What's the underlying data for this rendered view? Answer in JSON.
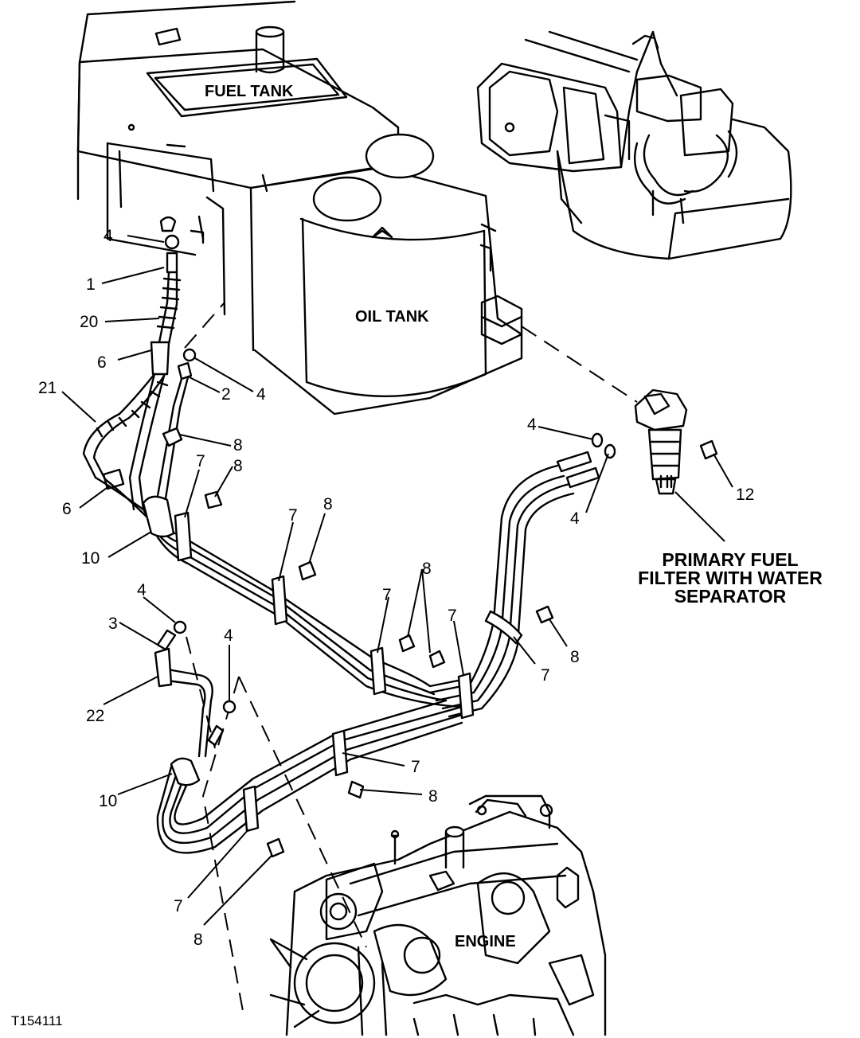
{
  "labels": {
    "fuel_tank": "FUEL TANK",
    "oil_tank": "OIL TANK",
    "engine": "ENGINE",
    "filter_line1": "PRIMARY FUEL",
    "filter_line2": "FILTER WITH WATER",
    "filter_line3": "SEPARATOR",
    "figure_ref": "T154111"
  },
  "callouts": {
    "c4a": "4",
    "c1": "1",
    "c20": "20",
    "c6a": "6",
    "c2": "2",
    "c4b": "4",
    "c21": "21",
    "c8a": "8",
    "c7a": "7",
    "c8b": "8",
    "c6b": "6",
    "c10a": "10",
    "c7b": "7",
    "c8c": "8",
    "c4c": "4",
    "c3": "3",
    "c4d": "4",
    "c22": "22",
    "c8d": "8",
    "c7c": "7",
    "c7d": "7",
    "c7e": "7",
    "c8e": "8",
    "c7f": "7",
    "c10b": "10",
    "c8f": "8",
    "c7g": "7",
    "c8g": "8",
    "c4e": "4",
    "c4f": "4",
    "c12": "12"
  }
}
